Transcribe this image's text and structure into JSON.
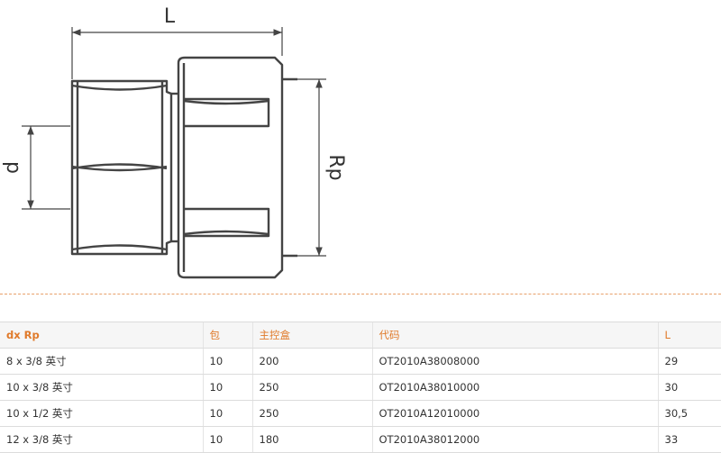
{
  "drawing": {
    "labels": {
      "length": "L",
      "diameter": "d",
      "thread": "Rp"
    },
    "line_color": "#444444"
  },
  "table": {
    "accent_color": "#e07a2a",
    "headers": [
      "dx Rp",
      "包",
      "主控盒",
      "代码",
      "L"
    ],
    "rows": [
      [
        "8 x 3/8 英寸",
        "10",
        "200",
        "OT2010A38008000",
        "29"
      ],
      [
        "10 x 3/8 英寸",
        "10",
        "250",
        "OT2010A38010000",
        "30"
      ],
      [
        "10 x 1/2 英寸",
        "10",
        "250",
        "OT2010A12010000",
        "30,5"
      ],
      [
        "12 x 3/8 英寸",
        "10",
        "180",
        "OT2010A38012000",
        "33"
      ]
    ]
  }
}
